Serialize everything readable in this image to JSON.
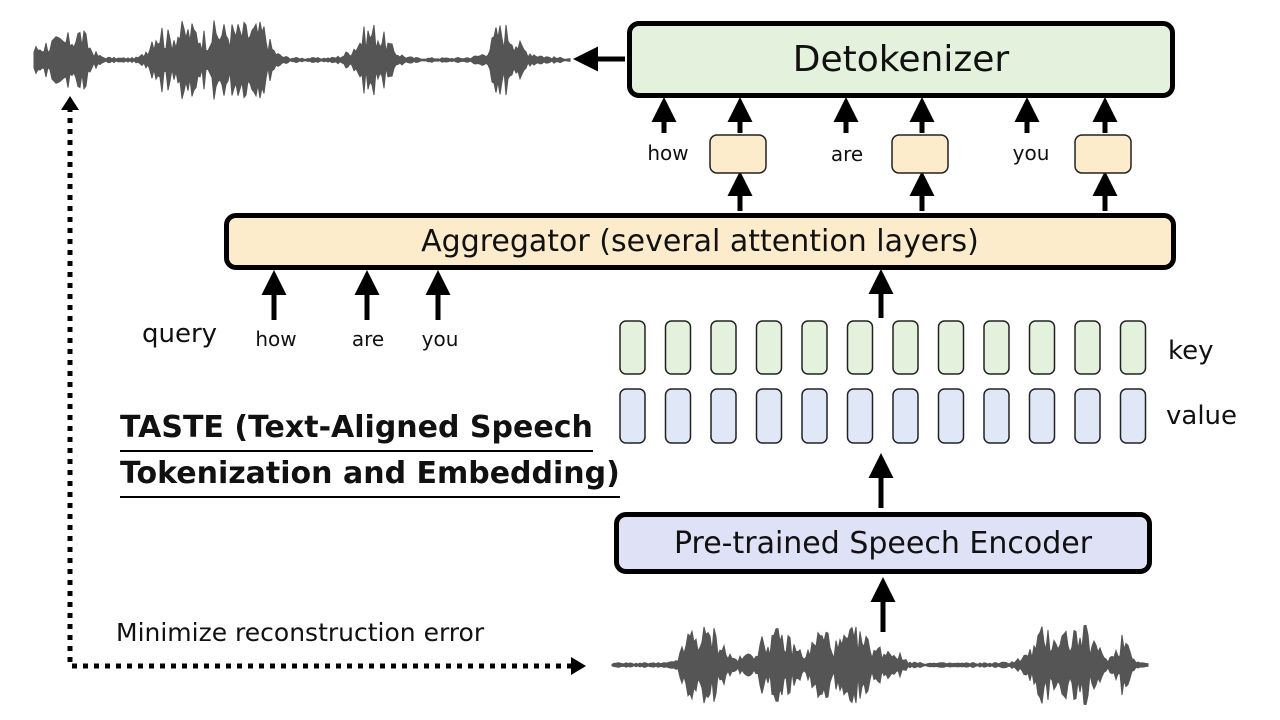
{
  "detokenizer": {
    "label": "Detokenizer"
  },
  "aggregator": {
    "label": "Aggregator (several attention layers)"
  },
  "encoder": {
    "label": "Pre-trained Speech Encoder"
  },
  "query": {
    "label": "query",
    "words": [
      "how",
      "are",
      "you"
    ]
  },
  "output_tokens": {
    "words": [
      "how",
      "are",
      "you"
    ]
  },
  "memory": {
    "key_label": "key",
    "value_label": "value",
    "key_color": "#e4f1dc",
    "value_color": "#e0e8f7"
  },
  "title": {
    "line1": "TASTE (Text-Aligned Speech",
    "line2": "Tokenization and Embedding)"
  },
  "caption": "Minimize reconstruction error",
  "colors": {
    "detokenizer": "#e4f1dc",
    "aggregator": "#fdeccc",
    "encoder": "#dfe2f7",
    "waveform": "#555555"
  }
}
